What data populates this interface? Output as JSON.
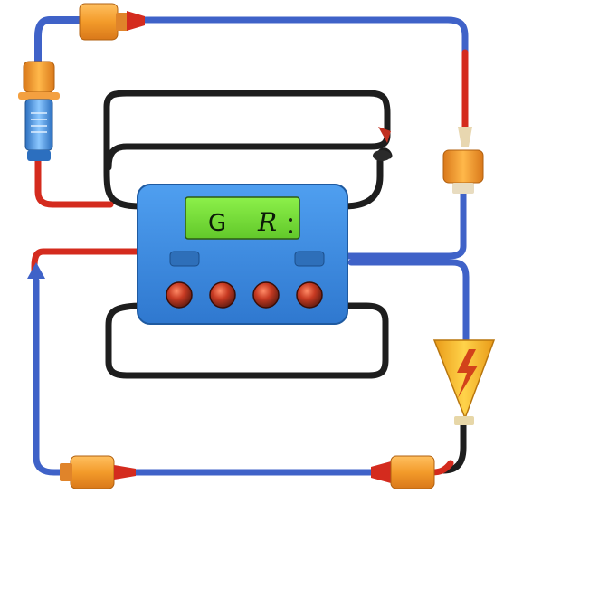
{
  "device": {
    "display": {
      "left_char": "G",
      "right_char": "R",
      "background_color": "#7be03a"
    },
    "body_color": "#3f8de0",
    "buttons": [
      {
        "name": "button-1",
        "color": "#b5301f"
      },
      {
        "name": "button-2",
        "color": "#b5301f"
      },
      {
        "name": "button-3",
        "color": "#b5301f"
      },
      {
        "name": "button-4",
        "color": "#b5301f"
      }
    ]
  },
  "colors": {
    "blue_tube": "#3f62c8",
    "red_tube": "#d42b1e",
    "black_cable": "#1e1e1e",
    "connector_orange": "#f39b2a",
    "warning_yellow": "#f7b92b",
    "filter_blue": "#3c8fd9"
  },
  "icons": {
    "warning": "lightning-warning-icon",
    "sensor": "tube-filter-icon",
    "connector": "pipe-connector-icon"
  }
}
